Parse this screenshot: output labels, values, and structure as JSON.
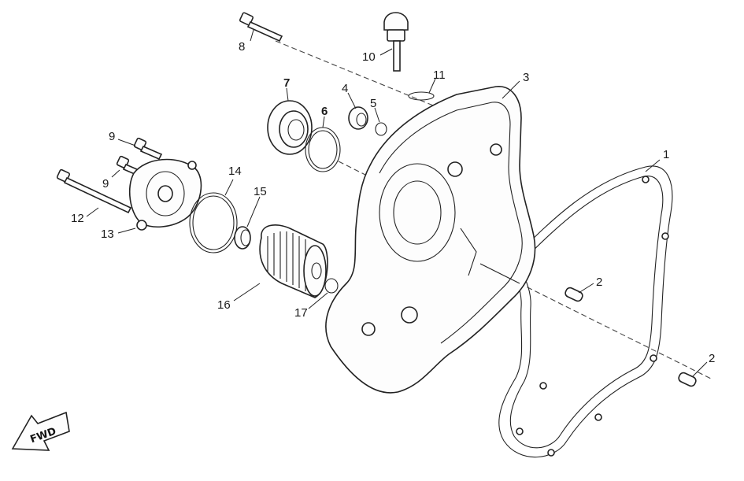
{
  "callouts": [
    {
      "id": "1",
      "label": "1"
    },
    {
      "id": "2a",
      "label": "2"
    },
    {
      "id": "2b",
      "label": "2"
    },
    {
      "id": "3",
      "label": "3"
    },
    {
      "id": "4",
      "label": "4"
    },
    {
      "id": "5",
      "label": "5"
    },
    {
      "id": "6",
      "label": "6"
    },
    {
      "id": "7",
      "label": "7"
    },
    {
      "id": "8",
      "label": "8"
    },
    {
      "id": "9a",
      "label": "9"
    },
    {
      "id": "9b",
      "label": "9"
    },
    {
      "id": "10",
      "label": "10"
    },
    {
      "id": "11",
      "label": "11"
    },
    {
      "id": "12",
      "label": "12"
    },
    {
      "id": "13",
      "label": "13"
    },
    {
      "id": "14",
      "label": "14"
    },
    {
      "id": "15",
      "label": "15"
    },
    {
      "id": "16",
      "label": "16"
    },
    {
      "id": "17",
      "label": "17"
    }
  ],
  "direction_marker": {
    "label": "FWD",
    "icon": "fwd-arrow-icon"
  }
}
